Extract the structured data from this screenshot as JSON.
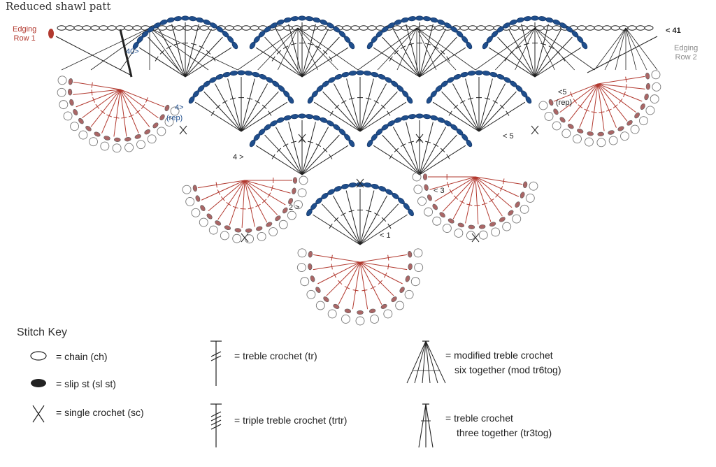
{
  "title": "Reduced shawl patt",
  "edging_left": [
    "Edging",
    "Row 1"
  ],
  "edging_right": [
    "Edging",
    "Row 2"
  ],
  "row_labels": {
    "r41": "< 41",
    "r40": "40>",
    "r5a": "<5",
    "r5a_rep": "(rep)",
    "r4a": "4>",
    "r4a_rep": "(rep)",
    "r5b": "< 5",
    "r4b": "4 >",
    "r3": "< 3",
    "r2": "2 >",
    "r1": "< 1"
  },
  "stitch_key": {
    "title": "Stitch Key",
    "chain": "= chain (ch)",
    "slip": "= slip st (sl st)",
    "sc": "= single crochet (sc)",
    "tr": "= treble crochet (tr)",
    "trtr": "= triple treble crochet (trtr)",
    "mod_line1": "= modified treble crochet",
    "mod_line2": "six together (mod tr6tog)",
    "tr3_line1": "= treble crochet",
    "tr3_line2": "three together (tr3tog)"
  },
  "colors": {
    "black": "#222222",
    "blue": "#1f4e8c",
    "red": "#b2392f",
    "grey": "#8a8a8a"
  }
}
